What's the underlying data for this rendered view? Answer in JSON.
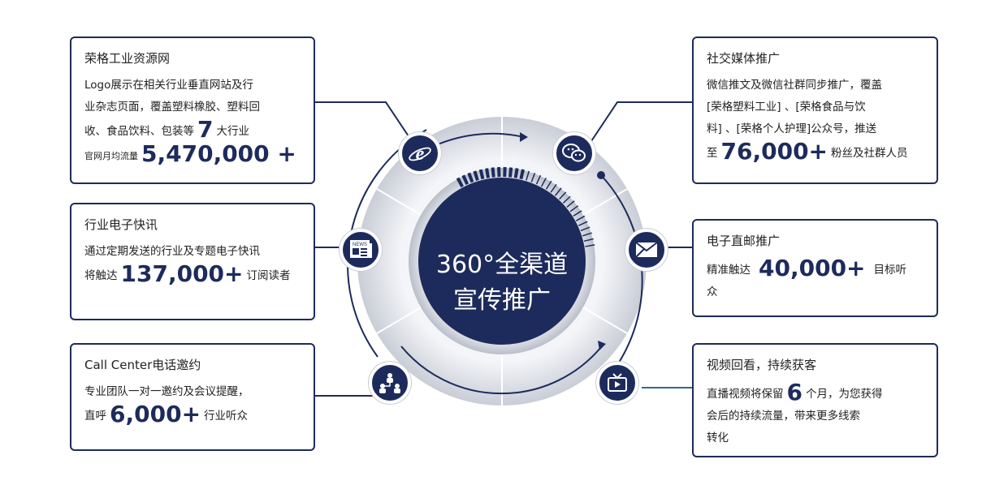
{
  "center": {
    "line1": "360°全渠道",
    "line2": "宣传推广"
  },
  "boxes": {
    "industry_web": {
      "title": "荣格工业资源网",
      "line1": "Logo展示在相关行业垂直网站及行",
      "line2": "业杂志页面，覆盖塑料橡胶、塑料回",
      "line3_pre": "收、食品饮料、包装等",
      "line3_num": "7",
      "line3_post": "大行业",
      "line4_pre": "官网月均流量",
      "line4_num": "5,470,000 +"
    },
    "enews": {
      "title": "行业电子快讯",
      "line1": "通过定期发送的行业及专题电子快讯",
      "line2_pre": "将触达",
      "line2_num": "137,000+",
      "line2_post": "订阅读者"
    },
    "call_center": {
      "title": "Call Center电话邀约",
      "line1": "专业团队一对一邀约及会议提醒，",
      "line2_pre": "直呼",
      "line2_num": "6,000+",
      "line2_post": "行业听众"
    },
    "social": {
      "title": "社交媒体推广",
      "line1": "微信推文及微信社群同步推广，覆盖",
      "line2": "[荣格塑料工业] 、[荣格食品与饮",
      "line3": "料] 、[荣格个人护理]公众号，推送",
      "line4_pre": "至",
      "line4_num": "76,000+",
      "line4_post": "粉丝及社群人员"
    },
    "edm": {
      "title": "电子直邮推广",
      "line1_pre": "精准触达",
      "line1_num": "40,000+",
      "line1_post": "目标听",
      "line2": "众"
    },
    "video": {
      "title": "视频回看，持续获客",
      "line1_pre": "直播视频将保留",
      "line1_num": "6",
      "line1_post": "个月，为您获得",
      "line2": "会后的持续流量，带来更多线索",
      "line3": "转化"
    }
  },
  "icons": {
    "ie": "browser-e-icon",
    "news": "newspaper-icon",
    "team": "team-network-icon",
    "wechat": "wechat-icon",
    "mail": "envelope-icon",
    "video": "tv-play-icon",
    "news_label": "NEWS"
  },
  "colors": {
    "navy": "#1d2b5c",
    "grey_ring": "#d5d8df",
    "teal_line": "#2e6d8a"
  }
}
